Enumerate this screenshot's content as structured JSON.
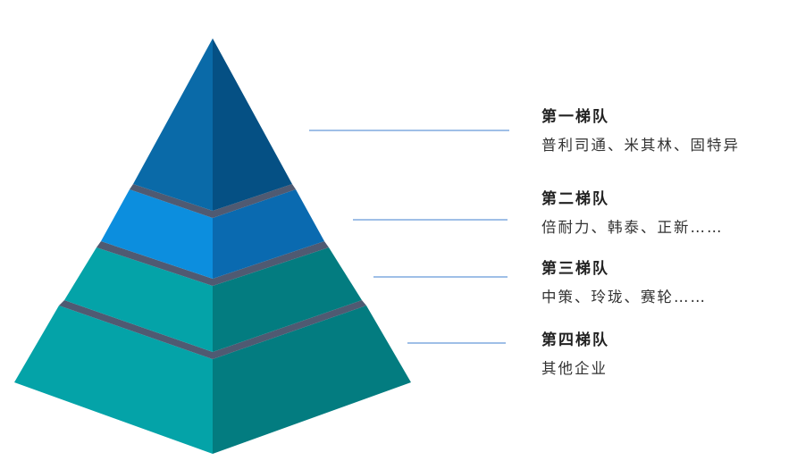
{
  "tiers": [
    {
      "title": "第一梯队",
      "members": "普利司通、米其林、固特异",
      "left_color": "#0a6aa8",
      "right_color": "#055084"
    },
    {
      "title": "第二梯队",
      "members": "倍耐力、韩泰、正新……",
      "left_color": "#0c8ede",
      "right_color": "#0a6ab0"
    },
    {
      "title": "第三梯队",
      "members": "中策、玲珑、赛轮……",
      "left_color": "#04a3a8",
      "right_color": "#037c80"
    },
    {
      "title": "第四梯队",
      "members": "其他企业",
      "left_color": "#04a3a8",
      "right_color": "#037c80"
    }
  ],
  "colors": {
    "separator": "#4f5a72",
    "connector": "#3f7fcf"
  }
}
